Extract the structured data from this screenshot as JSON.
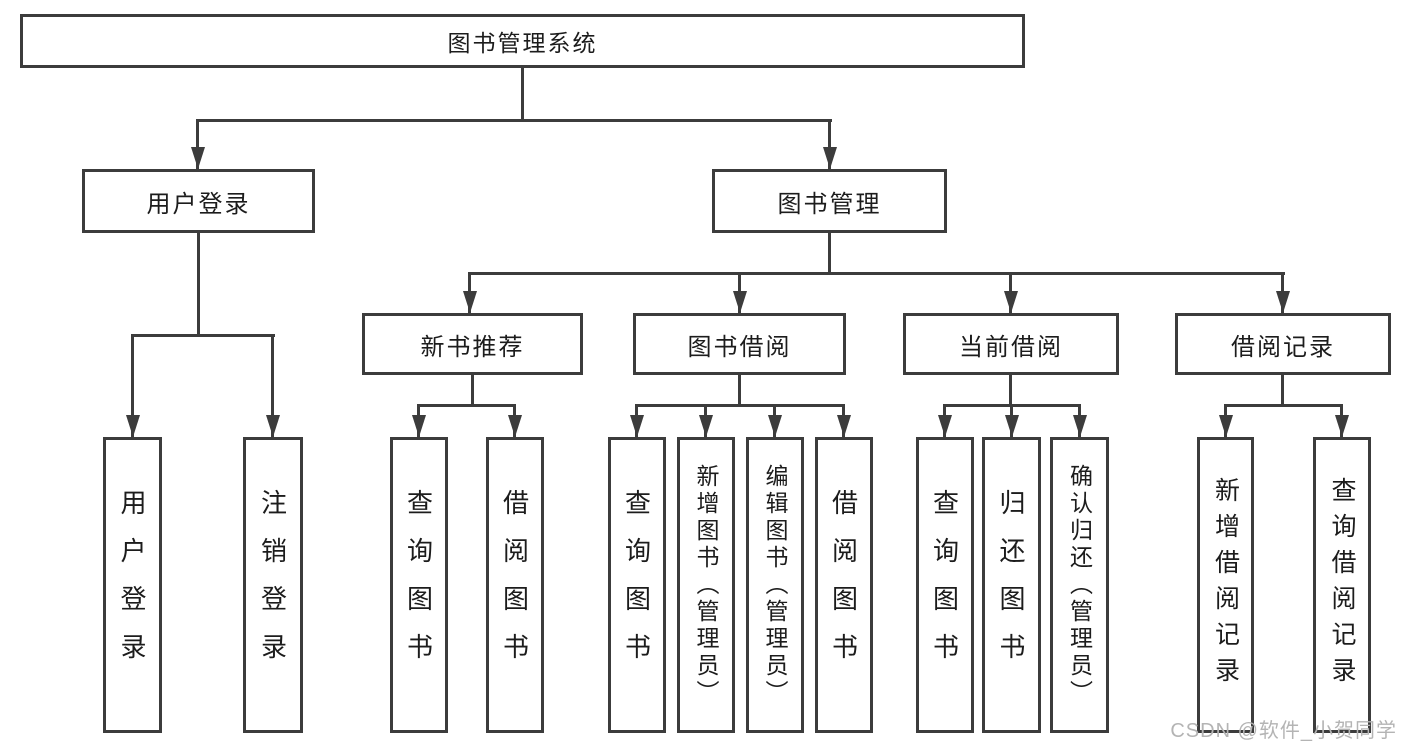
{
  "diagram": {
    "tree": {
      "label": "图书管理系统",
      "children": [
        {
          "label": "用户登录",
          "children": [
            {
              "label": "用户登录"
            },
            {
              "label": "注销登录"
            }
          ]
        },
        {
          "label": "图书管理",
          "children": [
            {
              "label": "新书推荐",
              "children": [
                {
                  "label": "查询图书"
                },
                {
                  "label": "借阅图书"
                }
              ]
            },
            {
              "label": "图书借阅",
              "children": [
                {
                  "label": "查询图书"
                },
                {
                  "label": "新增图书（管理员）"
                },
                {
                  "label": "编辑图书（管理员）"
                },
                {
                  "label": "借阅图书"
                }
              ]
            },
            {
              "label": "当前借阅",
              "children": [
                {
                  "label": "查询图书"
                },
                {
                  "label": "归还图书"
                },
                {
                  "label": "确认归还（管理员）"
                }
              ]
            },
            {
              "label": "借阅记录",
              "children": [
                {
                  "label": "新增借阅记录"
                },
                {
                  "label": "查询借阅记录"
                }
              ]
            }
          ]
        }
      ]
    },
    "colors": {
      "line": "#3c3c3c",
      "text": "#1c1c1c",
      "background": "#ffffff",
      "watermark": "#b4b4b4"
    }
  },
  "watermark": {
    "text": "CSDN @软件_小贺同学"
  }
}
